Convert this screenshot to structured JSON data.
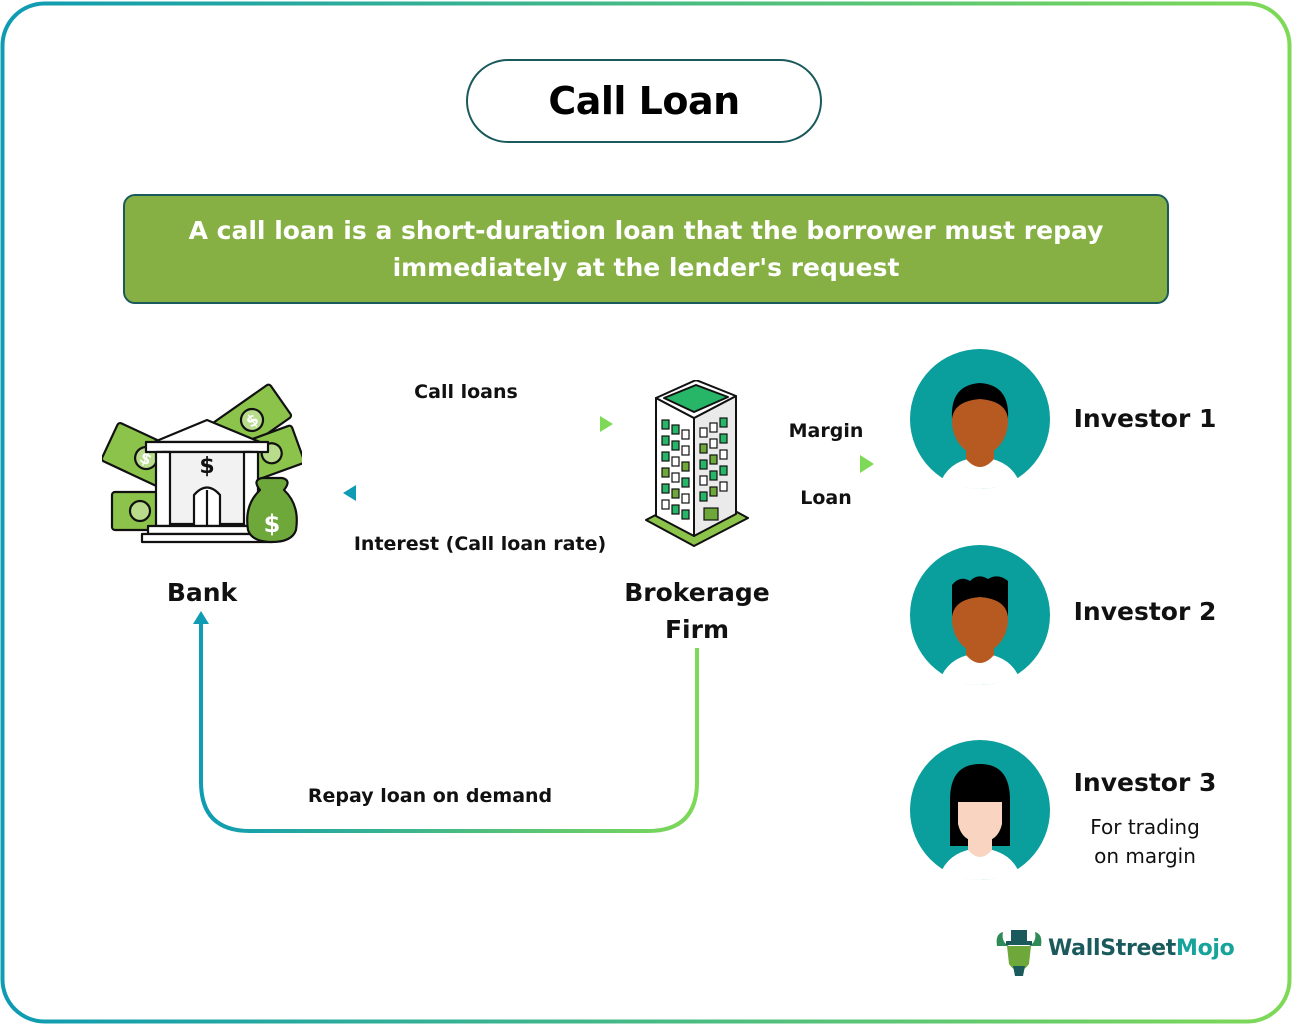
{
  "title": "Call Loan",
  "definition": "A call loan is a short-duration loan that the borrower must repay immediately at the lender's request",
  "colors": {
    "frame_gradient_start": "#0e9bb3",
    "frame_gradient_end": "#7ed957",
    "definition_bg": "#86b043",
    "border_dark": "#1b5a5c",
    "avatar_bg": "#0a9e9c",
    "skin_dark": "#b65a22",
    "skin_light": "#f9d5c1"
  },
  "entities": {
    "bank": {
      "label": "Bank",
      "icon": "bank-with-money-icon"
    },
    "brokerage": {
      "label_line1": "Brokerage",
      "label_line2": "Firm",
      "icon": "office-building-icon"
    }
  },
  "flows": {
    "call_loans": "Call loans",
    "interest": "Interest (Call loan rate)",
    "margin": "Margin",
    "loan": "Loan",
    "repay": "Repay loan on demand"
  },
  "investors": [
    {
      "label": "Investor 1",
      "icon": "male-avatar-icon"
    },
    {
      "label": "Investor 2",
      "icon": "male-avatar-icon"
    },
    {
      "label": "Investor 3",
      "icon": "female-avatar-icon",
      "note_line1": "For trading",
      "note_line2": "on margin"
    }
  ],
  "brand": {
    "part1": "WallStreet",
    "part2": "Mojo",
    "icon": "bull-logo-icon"
  }
}
